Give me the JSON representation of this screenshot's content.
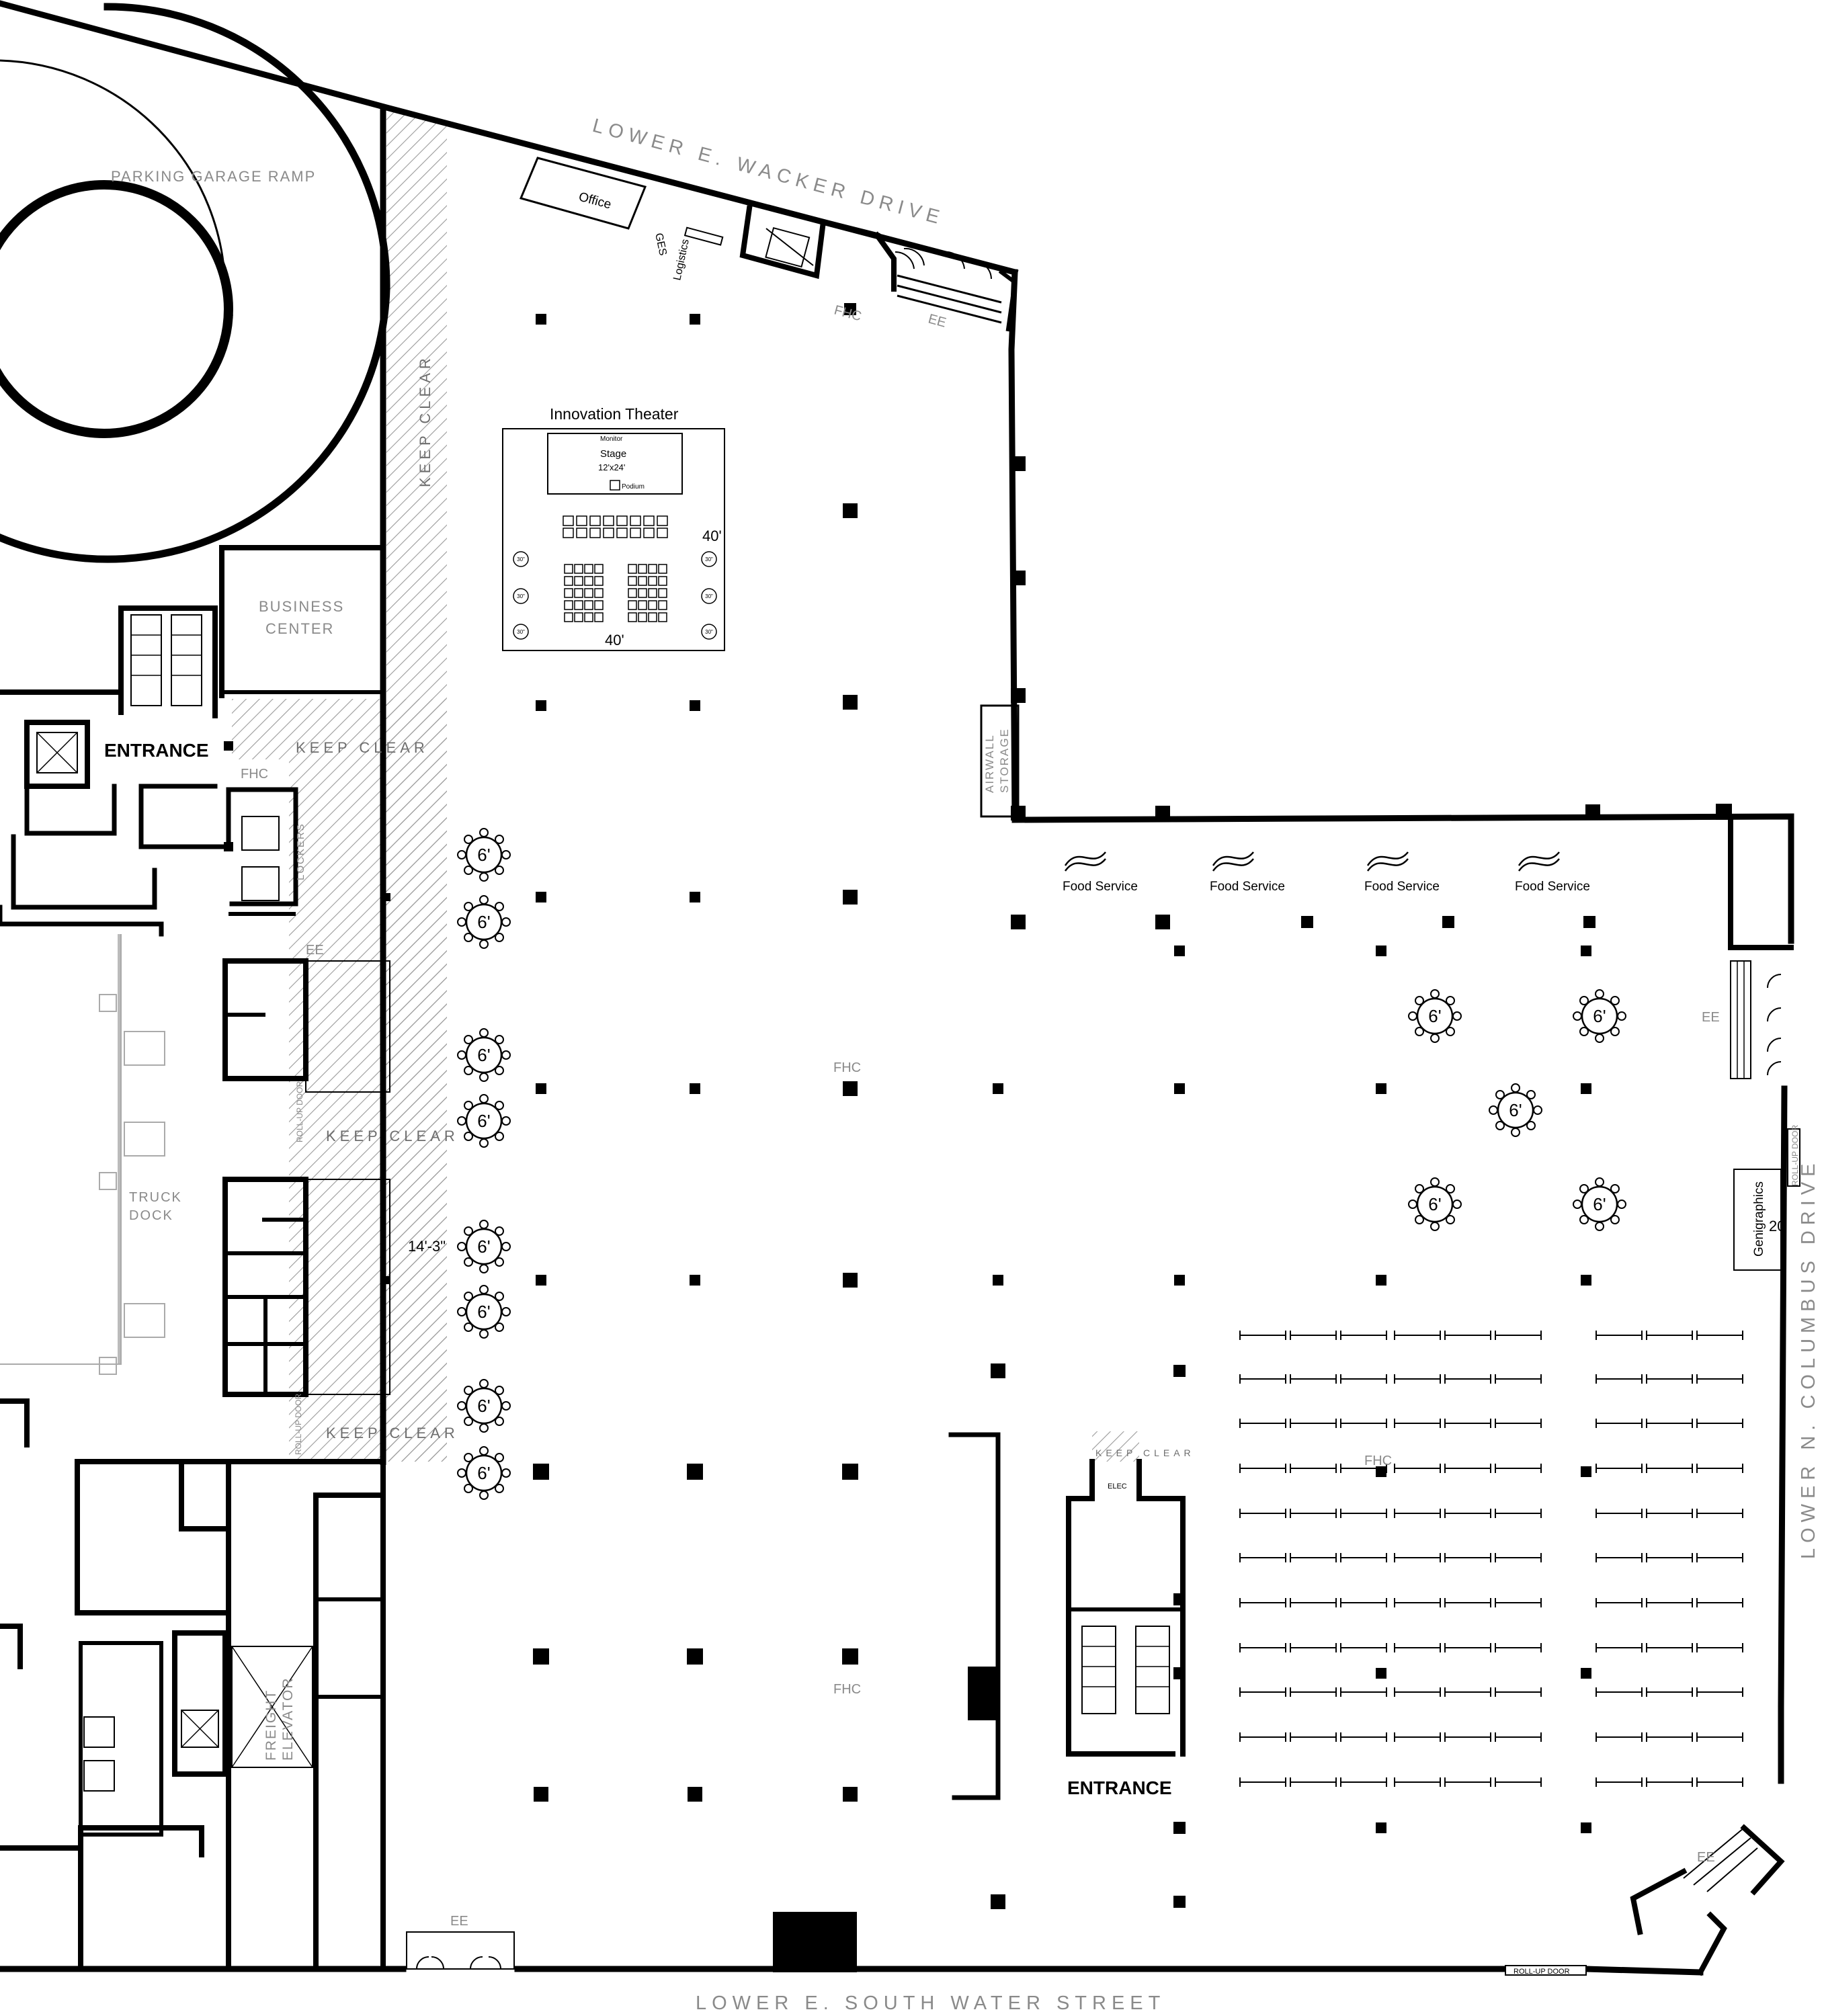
{
  "streets": {
    "north": "LOWER E. WACKER DRIVE",
    "east": "LOWER N. COLUMBUS DRIVE",
    "south": "LOWER E. SOUTH WATER STREET"
  },
  "areas": {
    "parking_ramp": "PARKING GARAGE RAMP",
    "business_center": "BUSINESS CENTER",
    "truck_dock": "TRUCK DOCK",
    "freight_elevator": "FREIGHT ELEVATOR",
    "airwall_storage": "AIRWALL STORAGE",
    "office": "Office",
    "ges": "GES",
    "logistics": "Logistics",
    "lockers": "LOCKERS",
    "elec": "ELEC",
    "genigraphics": "Genigraphics",
    "genigraphics_number": "20"
  },
  "entrances": {
    "west": "ENTRANCE",
    "center": "ENTRANCE"
  },
  "labels": {
    "keep_clear": "KEEP CLEAR",
    "fhc": "FHC",
    "ee": "EE",
    "roll_up_door": "ROLL-UP DOOR",
    "food_service": "Food Service",
    "table_size": "6'",
    "aisle_dimension": "14'-3\""
  },
  "theater": {
    "title": "Innovation Theater",
    "monitor": "Monitor",
    "stage": "Stage",
    "stage_size": "12'x24'",
    "podium": "Podium",
    "width_label": "40'",
    "depth_label": "40'",
    "cocktail_label": "30\""
  },
  "colors": {
    "walls": "#000000",
    "annotation_gray": "#8a8a8a",
    "hatch": "#9a9a9a"
  }
}
